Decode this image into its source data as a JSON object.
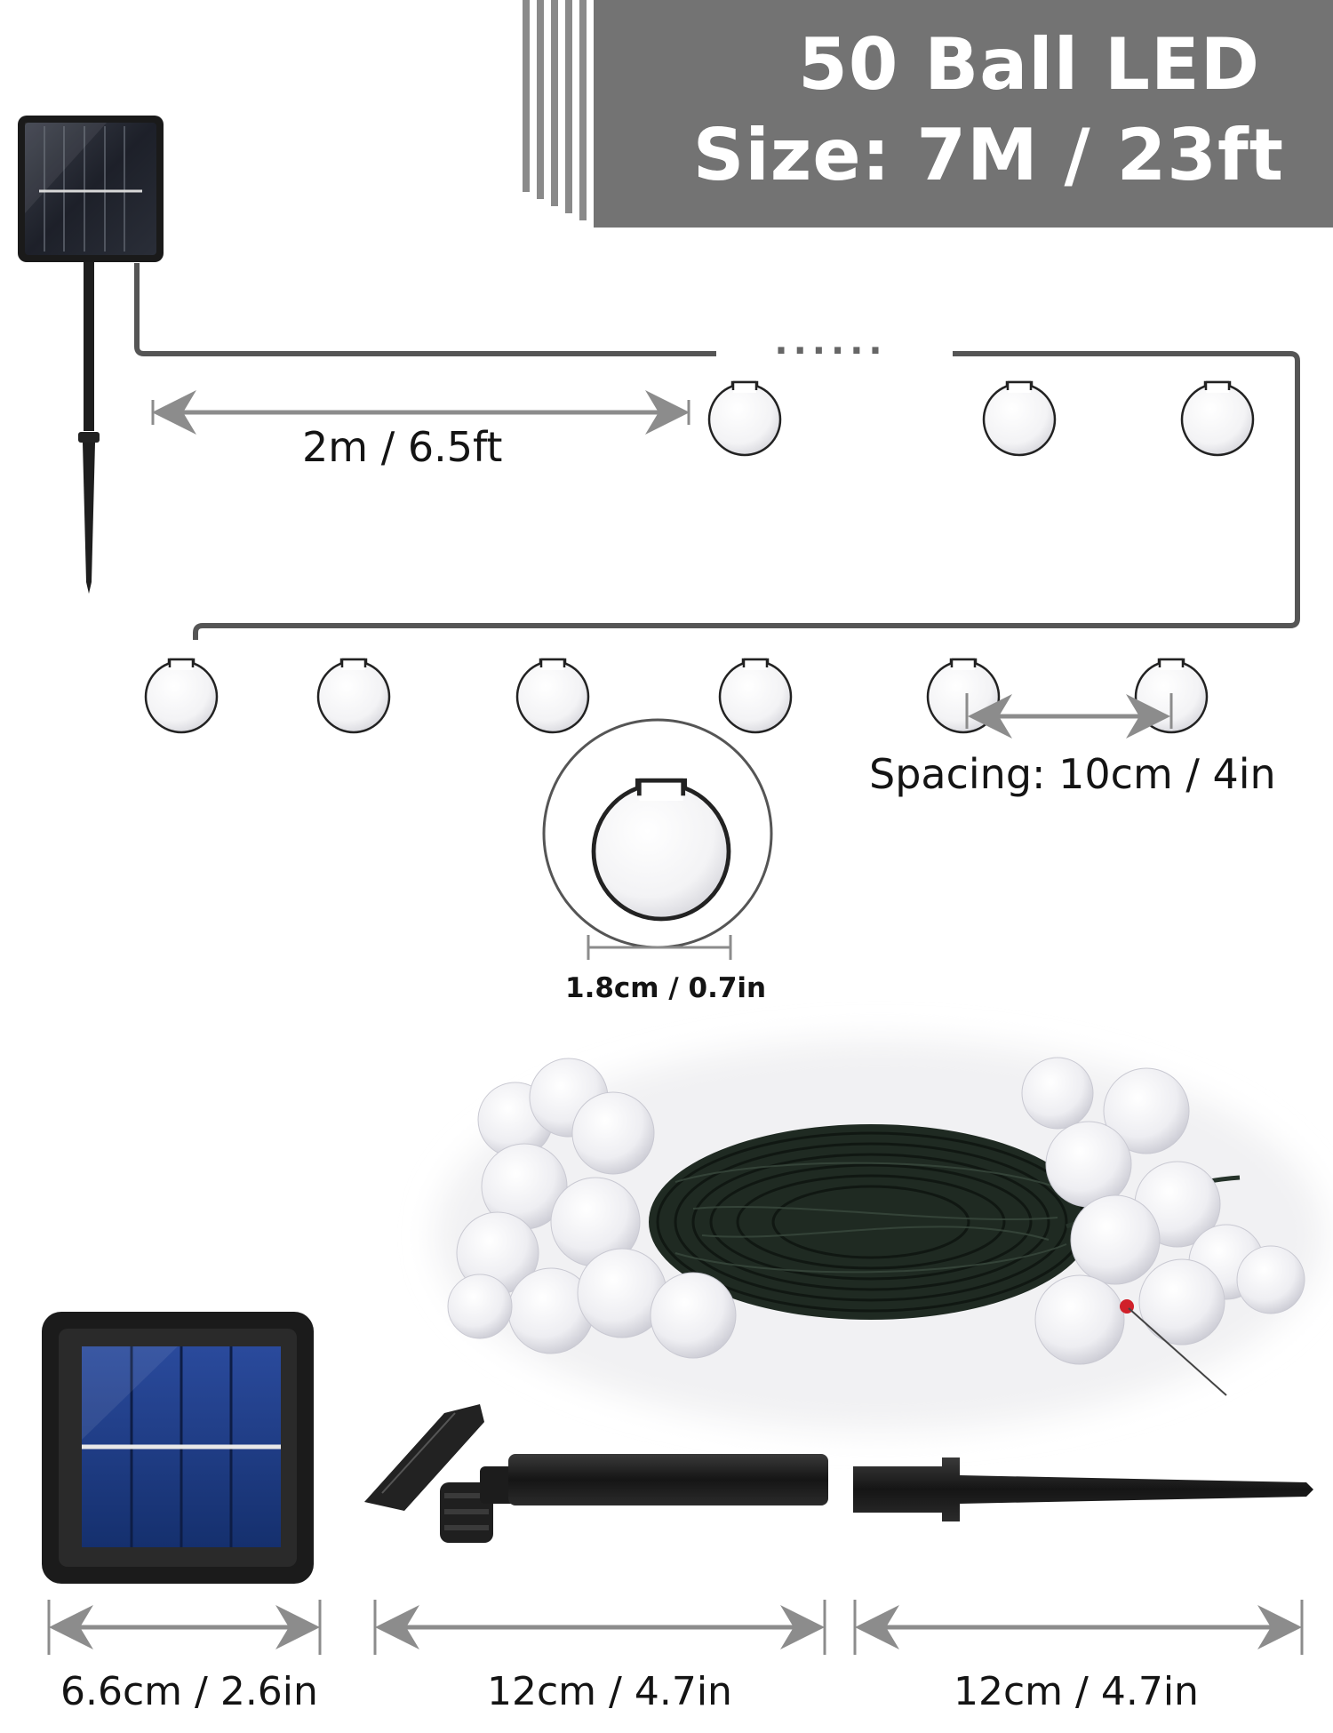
{
  "header": {
    "title": "50 Ball LED",
    "size": "Size: 7M / 23ft"
  },
  "labels": {
    "lead_cable": "2m / 6.5ft",
    "ellipsis": "··· ···",
    "spacing": "Spacing: 10cm / 4in",
    "bulb_diameter": "1.8cm / 0.7in",
    "panel_width": "6.6cm / 2.6in",
    "stake_upper": "12cm / 4.7in",
    "stake_lower": "12cm / 4.7in"
  },
  "colors": {
    "banner": "#737373",
    "dimension_arrow": "#8c8c8c",
    "wire": "#555555",
    "bulb_fill": "#fafafa",
    "solar_cell": "#1e3b82",
    "stake": "#1c1c1c"
  },
  "icons": [
    "solar-panel-icon",
    "bulb-icon",
    "stake-icon",
    "dimension-arrow-icon"
  ]
}
